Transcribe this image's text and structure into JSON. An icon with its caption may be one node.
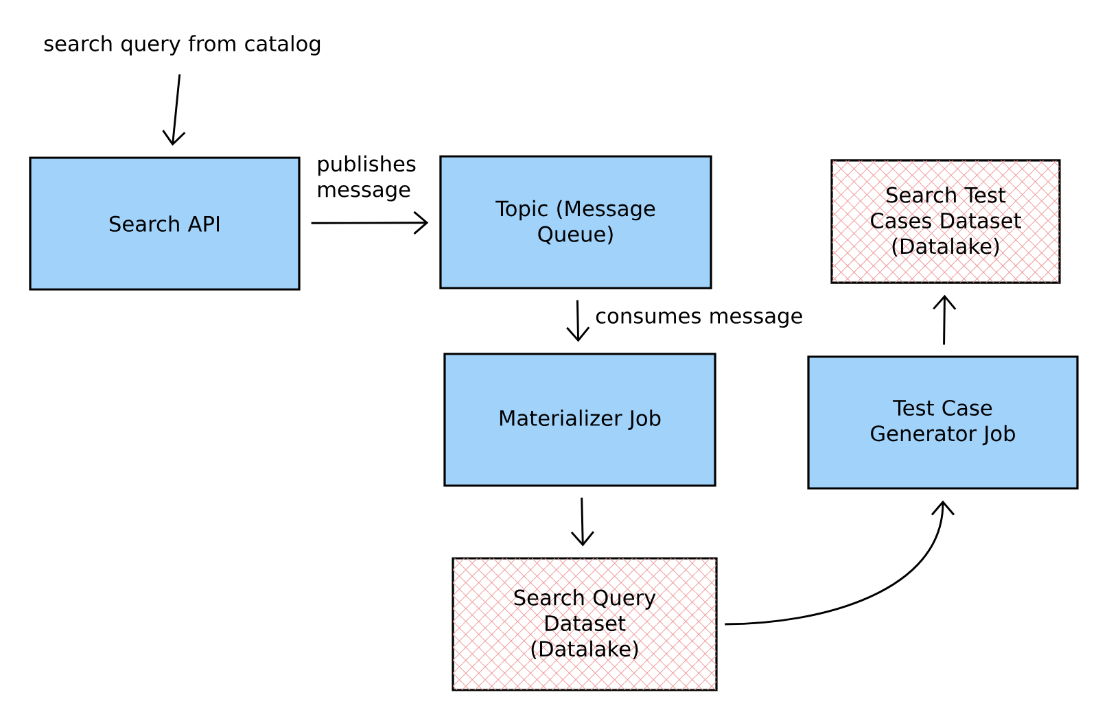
{
  "diagram": {
    "nodes": [
      {
        "text": [
          "search query from catalog"
        ]
      },
      {
        "text": [
          "Search API"
        ]
      },
      {
        "text": [
          "Topic (Message Queue)"
        ]
      },
      {
        "text": [
          "Materializer Job"
        ]
      },
      {
        "text": [
          "Search Query Dataset (Datalake)"
        ]
      },
      {
        "text": [
          "Test Case Generator Job"
        ]
      },
      {
        "text": [
          "Search Test Cases Dataset (Datalake)"
        ]
      }
    ],
    "edges": [
      {
        "from": 0,
        "to": 1,
        "arrow": "to"
      },
      {
        "from": 1,
        "to": 2,
        "arrow": "to",
        "label": "publishes message"
      },
      {
        "from": 2,
        "to": 3,
        "arrow": "to",
        "label": "consumes message"
      },
      {
        "from": 3,
        "to": 4,
        "arrow": "to"
      },
      {
        "from": 4,
        "to": 5,
        "arrow": "to"
      },
      {
        "from": 5,
        "to": 6,
        "arrow": "to"
      }
    ]
  }
}
